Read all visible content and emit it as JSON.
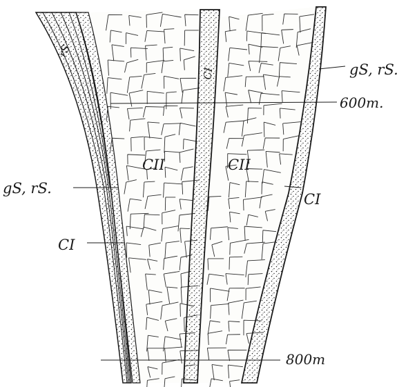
{
  "labels": {
    "gs_rs_right": "gS, rS.",
    "gs_rs_left": "gS, rS.",
    "depth_top": "600m.",
    "depth_bottom": "800m",
    "cii_left": "CII",
    "cii_right": "CII",
    "ci_left": "CI",
    "ci_right": "CI",
    "ci_mid_vertical": "CI",
    "rs_top_left": "rS"
  }
}
